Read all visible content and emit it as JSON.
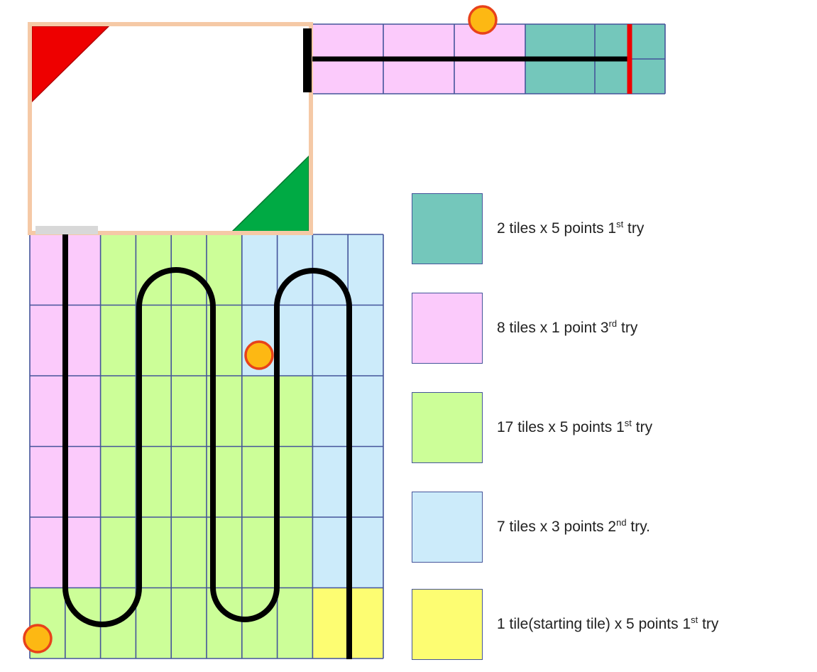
{
  "colors": {
    "teal": "#74c7bb",
    "pink": "#fbcafb",
    "green": "#ccfe98",
    "blue": "#ccebfa",
    "yellow": "#fdfd72",
    "grid_line": "#44549a",
    "border": "#f5c9a6",
    "red": "#ee0000",
    "dark_green": "#00aa44",
    "gray": "#d8d8d8",
    "marker_fill": "#fdb813",
    "marker_stroke": "#e8421a",
    "track": "#000000"
  },
  "main_grid": {
    "rows": 6,
    "cols": 10,
    "cells": [
      "pink",
      "pink",
      "green",
      "green",
      "green",
      "green",
      "blue",
      "blue",
      "blue",
      "blue",
      "pink",
      "pink",
      "green",
      "green",
      "green",
      "green",
      "blue",
      "blue",
      "blue",
      "blue",
      "pink",
      "pink",
      "green",
      "green",
      "green",
      "green",
      "green",
      "green",
      "blue",
      "blue",
      "pink",
      "pink",
      "green",
      "green",
      "green",
      "green",
      "green",
      "green",
      "blue",
      "blue",
      "pink",
      "pink",
      "green",
      "green",
      "green",
      "green",
      "green",
      "green",
      "blue",
      "blue",
      "green",
      "green",
      "green",
      "green",
      "green",
      "green",
      "green",
      "green",
      "yellow",
      "yellow"
    ]
  },
  "top_strip": {
    "rows": 2,
    "cells": [
      "pink",
      "pink",
      "pink",
      "teal",
      "teal",
      "teal"
    ]
  },
  "legend": [
    {
      "color": "teal",
      "text": "2 tiles x 5 points 1",
      "sup": "st",
      "suffix": " try"
    },
    {
      "color": "pink",
      "text": "8 tiles x 1 point 3",
      "sup": "rd",
      "suffix": "  try"
    },
    {
      "color": "green",
      "text": "17 tiles x 5 points 1",
      "sup": "st",
      "suffix": " try"
    },
    {
      "color": "blue",
      "text": "7 tiles x 3 points 2",
      "sup": "nd",
      "suffix": " try."
    },
    {
      "color": "yellow",
      "text": "1 tile(starting tile) x 5 points 1",
      "sup": "st",
      "suffix": " try"
    }
  ],
  "markers": [
    {
      "name": "marker-top-strip"
    },
    {
      "name": "marker-center"
    },
    {
      "name": "marker-bottom-left"
    }
  ]
}
